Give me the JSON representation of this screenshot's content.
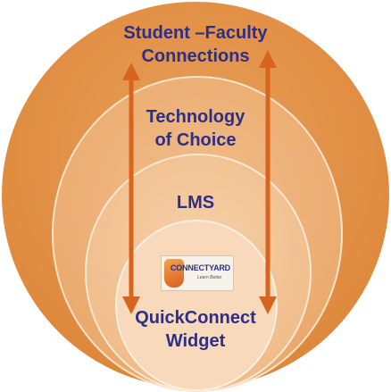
{
  "diagram": {
    "rings": [
      {
        "label": "Student –Faculty\nConnections"
      },
      {
        "label": "Technology\nof Choice"
      },
      {
        "label": "LMS"
      },
      {
        "label": "QuickConnect\nWidget"
      }
    ],
    "logo": {
      "title": "CONNECTYARD",
      "subtitle": "Learn Better"
    },
    "colors": {
      "text": "#2c2f85",
      "arrow": "#d9641e",
      "outer": "#df8a3e"
    }
  }
}
